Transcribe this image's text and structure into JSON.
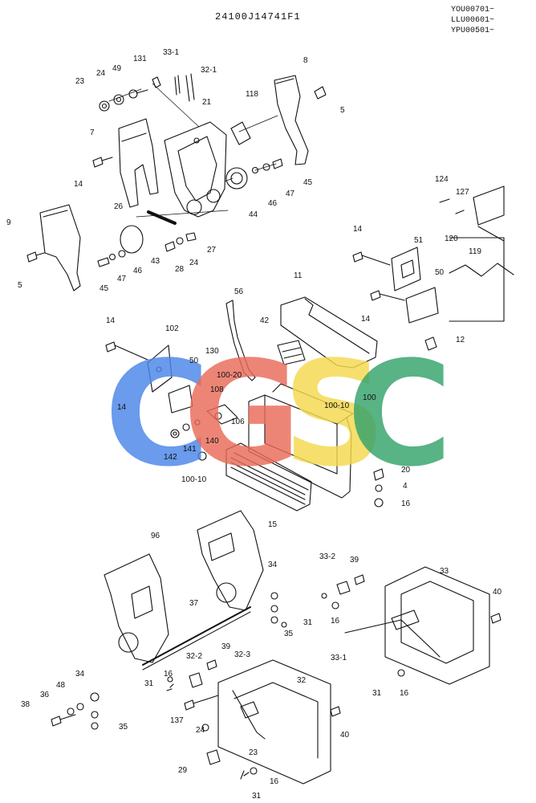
{
  "header": {
    "doc_number": "24100J14741F1",
    "serials": [
      "YOU00701~",
      "LLU00601~",
      "YPU00501~"
    ]
  },
  "watermark": {
    "letters": [
      "C",
      "G",
      "S",
      "C"
    ],
    "colors": [
      "#4a86e8",
      "#ea6b5a",
      "#f5d94e",
      "#34a36b"
    ]
  },
  "callouts": {
    "c33_1a": "33-1",
    "c131": "131",
    "c49": "49",
    "c24a": "24",
    "c23a": "23",
    "c32_1": "32-1",
    "c8": "8",
    "c118": "118",
    "c21": "21",
    "c5a": "5",
    "c7": "7",
    "c14a": "14",
    "c45a": "45",
    "c47a": "47",
    "c46a": "46",
    "c44": "44",
    "c26": "26",
    "c9": "9",
    "c5b": "5",
    "c27": "27",
    "c24b": "24",
    "c28": "28",
    "c43": "43",
    "c46b": "46",
    "c47b": "47",
    "c45b": "45",
    "c124": "124",
    "c127": "127",
    "c120": "120",
    "c119": "119",
    "c14b": "14",
    "c51": "51",
    "c50a": "50",
    "c14c": "14",
    "c11": "11",
    "c56": "56",
    "c12": "12",
    "c14d": "14",
    "c102": "102",
    "c42": "42",
    "c130": "130",
    "c50b": "50",
    "c100_20": "100-20",
    "c108": "108",
    "c14e": "14",
    "c100": "100",
    "c100_10a": "100-10",
    "c106": "106",
    "c140": "140",
    "c141": "141",
    "c142": "142",
    "c100_10b": "100-10",
    "c20": "20",
    "c4": "4",
    "c16a": "16",
    "c15": "15",
    "c96": "96",
    "c34a": "34",
    "c33_2a": "33-2",
    "c39a": "39",
    "c33": "33",
    "c37": "37",
    "c40a": "40",
    "c31a": "31",
    "c16b": "16",
    "c35a": "35",
    "c33_1b": "33-1",
    "c39b": "39",
    "c32_3": "32-3",
    "c32_2": "32-2",
    "c16c": "16",
    "c31b": "31",
    "c34b": "34",
    "c48": "48",
    "c36": "36",
    "c38": "38",
    "c35b": "35",
    "c137": "137",
    "c32": "32",
    "c31c": "31",
    "c16d": "16",
    "c24c": "24",
    "c40b": "40",
    "c23b": "23",
    "c29": "29",
    "c16e": "16",
    "c31d": "31"
  }
}
